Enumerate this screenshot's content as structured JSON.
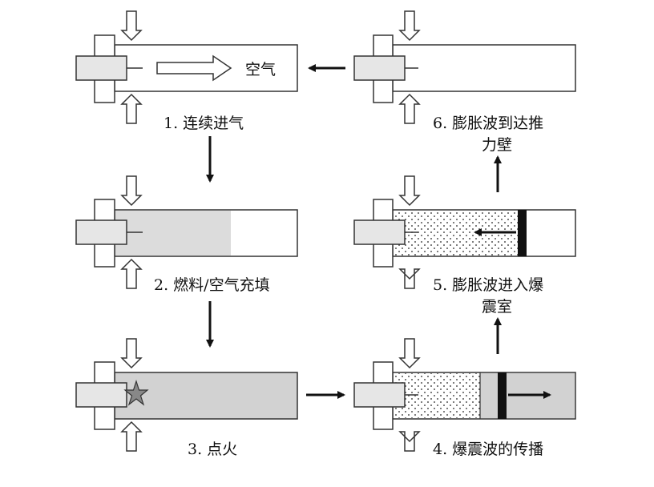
{
  "diagram": {
    "stages": [
      {
        "id": "stage-1",
        "label": "1. 连续进气",
        "inner_text": "空气"
      },
      {
        "id": "stage-2",
        "label": "2. 燃料/空气充填"
      },
      {
        "id": "stage-3",
        "label": "3. 点火"
      },
      {
        "id": "stage-4",
        "label": "4. 爆震波的传播"
      },
      {
        "id": "stage-5",
        "label_line1": "5. 膨胀波进入爆",
        "label_line2": "震室"
      },
      {
        "id": "stage-6",
        "label_line1": "6. 膨胀波到达推",
        "label_line2": "力壁"
      }
    ],
    "colors": {
      "outline": "#333333",
      "valve_fill": "#e6e6e6",
      "fill_light": "#dcdcdc",
      "fill_dark": "#d2d2d2",
      "wave_bar": "#111111",
      "star": "#888888"
    }
  }
}
